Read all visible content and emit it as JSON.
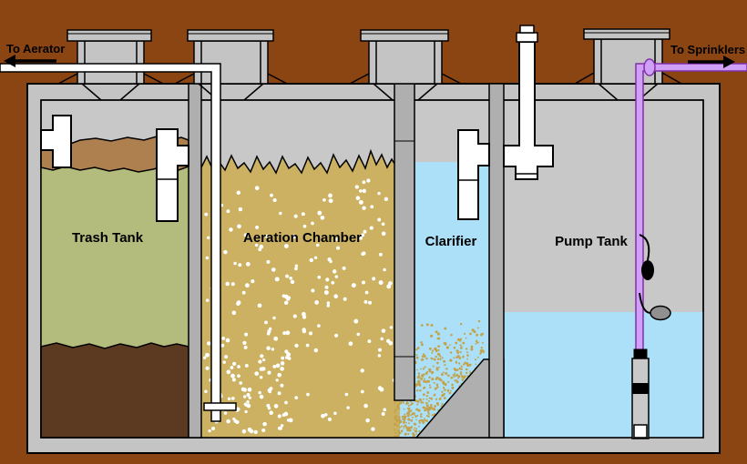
{
  "diagram": {
    "chambers": [
      {
        "label": "Trash Tank"
      },
      {
        "label": "Aeration Chamber"
      },
      {
        "label": "Clarifier"
      },
      {
        "label": "Pump Tank"
      }
    ],
    "annotations": {
      "to_aerator": "To Aerator",
      "to_sprinklers": "To Sprinklers"
    },
    "components": [
      "inlet-tee",
      "trash-outlet-tee",
      "air-supply-pipe",
      "air-diffuser",
      "clarifier-outlet-tee",
      "vent-pipe",
      "access-risers",
      "submersible-pump",
      "float-switches",
      "discharge-pipe"
    ]
  },
  "colors": {
    "dirt": "#8B4513",
    "shell": "#C4C4C4",
    "interior": "#C8C8C8",
    "wall": "#AFAFAF",
    "scum": "#AE8050",
    "trash_liquid": "#B3BC7C",
    "sludge": "#5C3A22",
    "aeration_liquid": "#CBB161",
    "water": "#ABE0F8",
    "speckle": "#C4A24A",
    "bubble": "#FFFFFF",
    "pipe_white": "#FFFFFF",
    "purple_fill": "#D0A0F8",
    "purple_stroke": "#8030A8",
    "pump_body": "#C9C9C9",
    "float_black": "#000000",
    "float_gray": "#909090",
    "outline": "#000000"
  }
}
